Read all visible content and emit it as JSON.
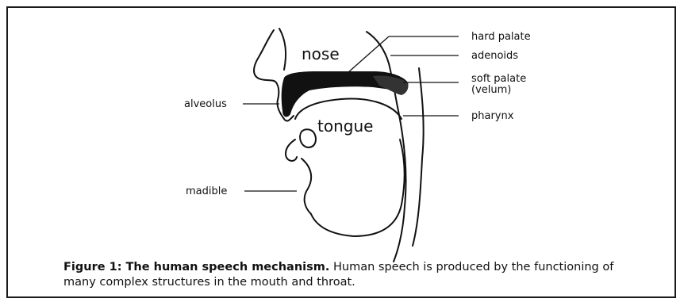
{
  "diagram": {
    "organ_labels": {
      "nose": "nose",
      "tongue": "tongue"
    },
    "callouts": {
      "hard_palate": "hard palate",
      "adenoids": "adenoids",
      "soft_palate": "soft palate",
      "velum": "(velum)",
      "pharynx": "pharynx",
      "alveolus": "alveolus",
      "mandible": "madible"
    }
  },
  "caption": {
    "title": "Figure 1: The human speech mechanism.",
    "text": " Human speech is produced by the functioning of many complex structures in the mouth and throat."
  }
}
